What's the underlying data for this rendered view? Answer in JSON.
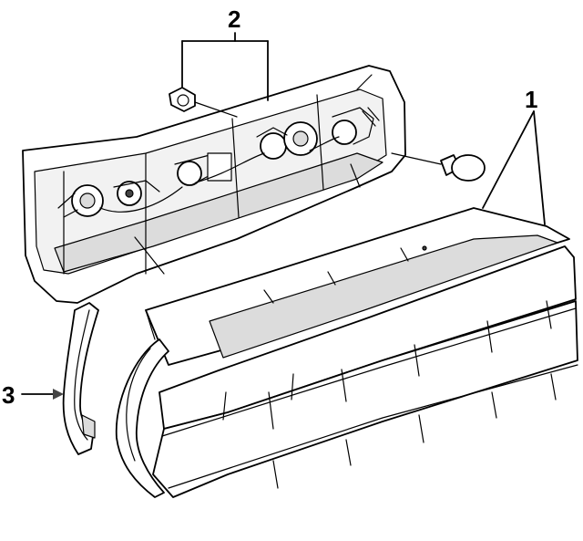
{
  "callouts": {
    "lamp_assembly": "1",
    "bulbs": "2",
    "gasket": "3"
  }
}
